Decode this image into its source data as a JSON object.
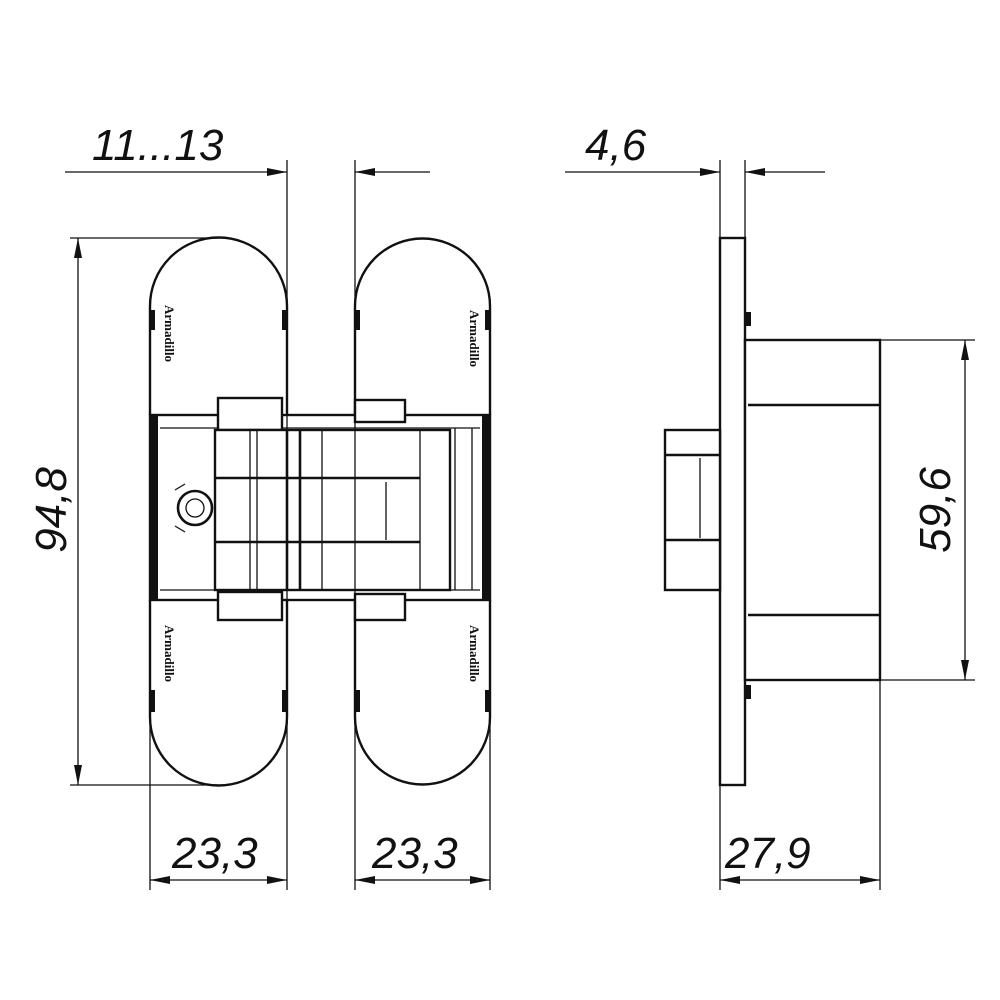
{
  "dimensions": {
    "leaf_gap": "11...13",
    "height": "94,8",
    "leaf_width_left": "23,3",
    "leaf_width_right": "23,3",
    "plate_thickness": "4,6",
    "body_height": "59,6",
    "body_depth": "27,9"
  },
  "logo_text": "Armadillo",
  "colors": {
    "line": "#111111",
    "background": "#ffffff"
  }
}
